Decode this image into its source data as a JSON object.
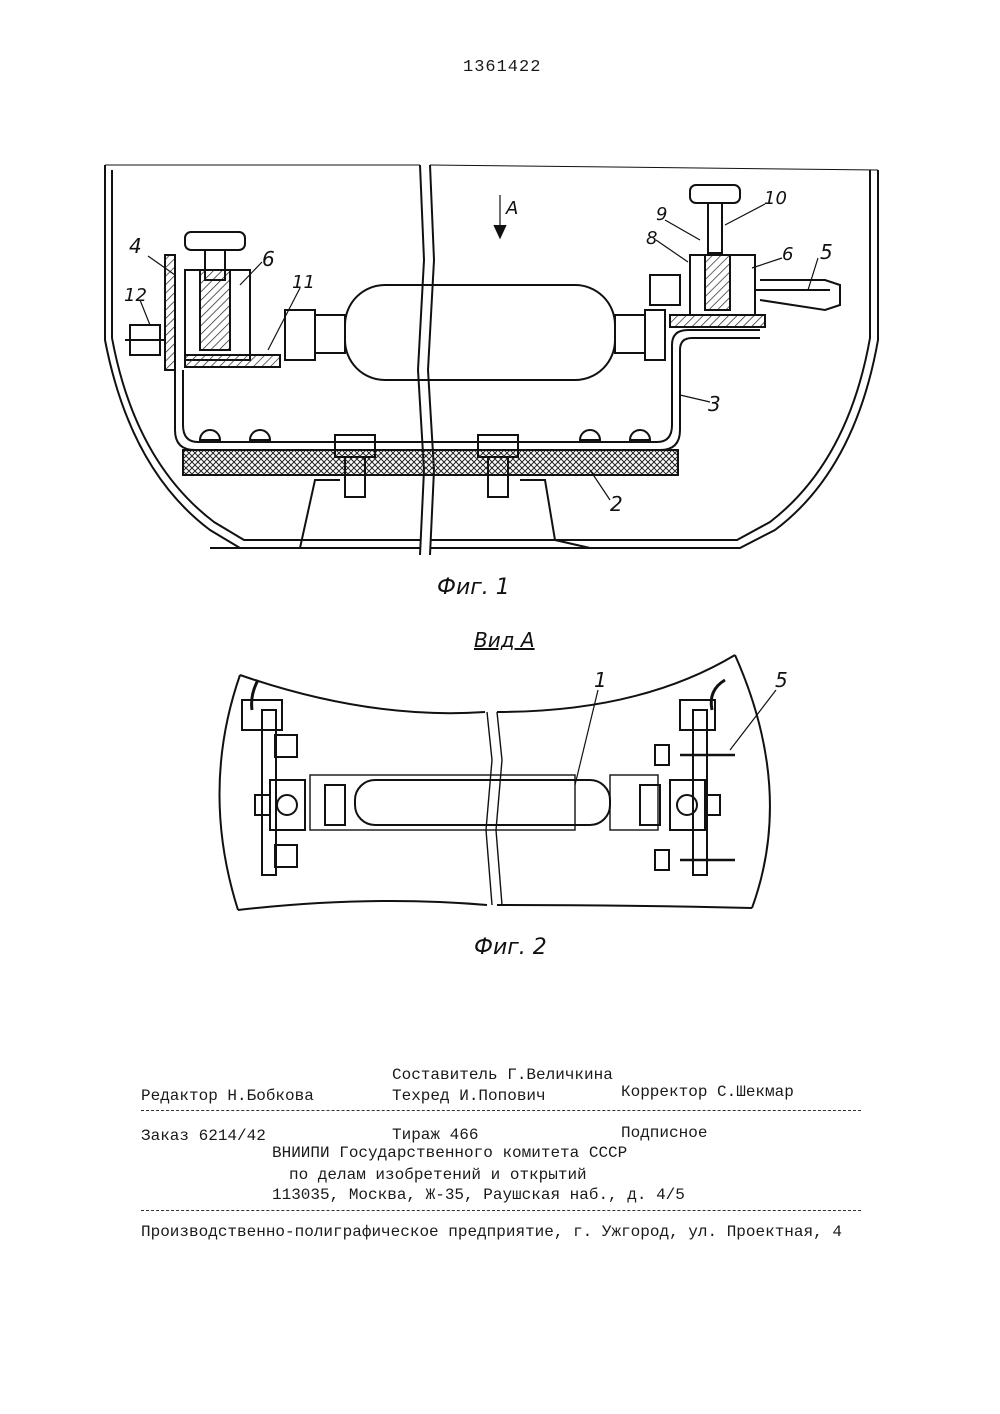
{
  "header": {
    "patent_number": "1361422"
  },
  "figure1": {
    "caption": "Фиг. 1",
    "view_marker": "A",
    "callouts": [
      "4",
      "12",
      "6",
      "11",
      "9",
      "10",
      "8",
      "6",
      "5",
      "3",
      "2"
    ]
  },
  "figure2": {
    "view_title": "Вид А",
    "caption": "Фиг. 2",
    "callouts": [
      "1",
      "5"
    ]
  },
  "imprint": {
    "compiler": "Составитель Г.Величкина",
    "editor": "Редактор Н.Бобкова",
    "techred": "Техред И.Попович",
    "corrector": "Корректор С.Шекмар",
    "order": "Заказ 6214/42",
    "circulation": "Тираж 466",
    "subscription": "Подписное",
    "org_line1": "ВНИИПИ Государственного комитета СССР",
    "org_line2": "по делам  изобретений и открытий",
    "address": "113035, Москва, Ж-35, Раушская наб., д. 4/5",
    "printer": "Производственно-полиграфическое предприятие, г. Ужгород, ул. Проектная, 4"
  }
}
